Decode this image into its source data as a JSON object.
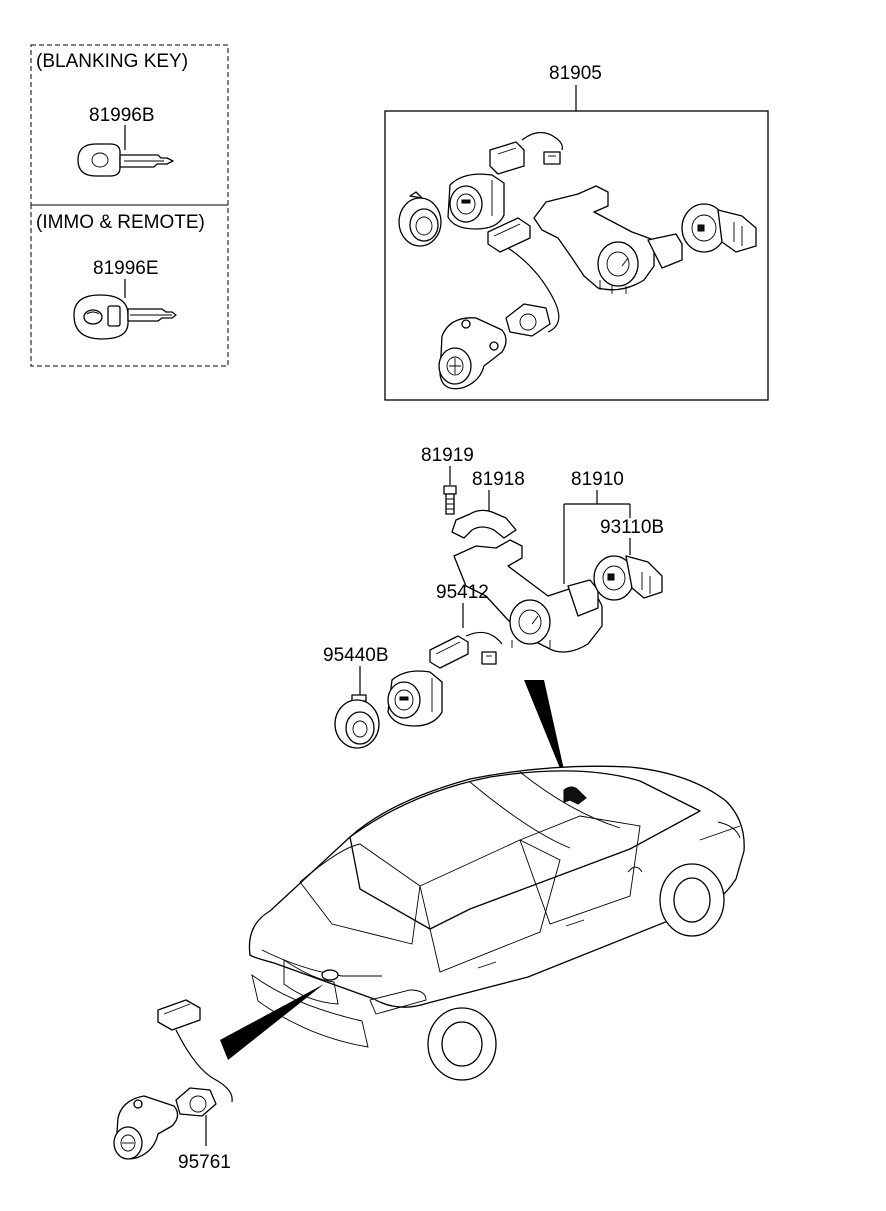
{
  "boxes": {
    "blanking_key_title": "(BLANKING KEY)",
    "immo_remote_title": "(IMMO & REMOTE)"
  },
  "part_numbers": {
    "p81996B": "81996B",
    "p81996E": "81996E",
    "p81905": "81905",
    "p81919": "81919",
    "p81918": "81918",
    "p81910": "81910",
    "p93110B": "93110B",
    "p95412": "95412",
    "p95440B": "95440B",
    "p95761": "95761"
  }
}
